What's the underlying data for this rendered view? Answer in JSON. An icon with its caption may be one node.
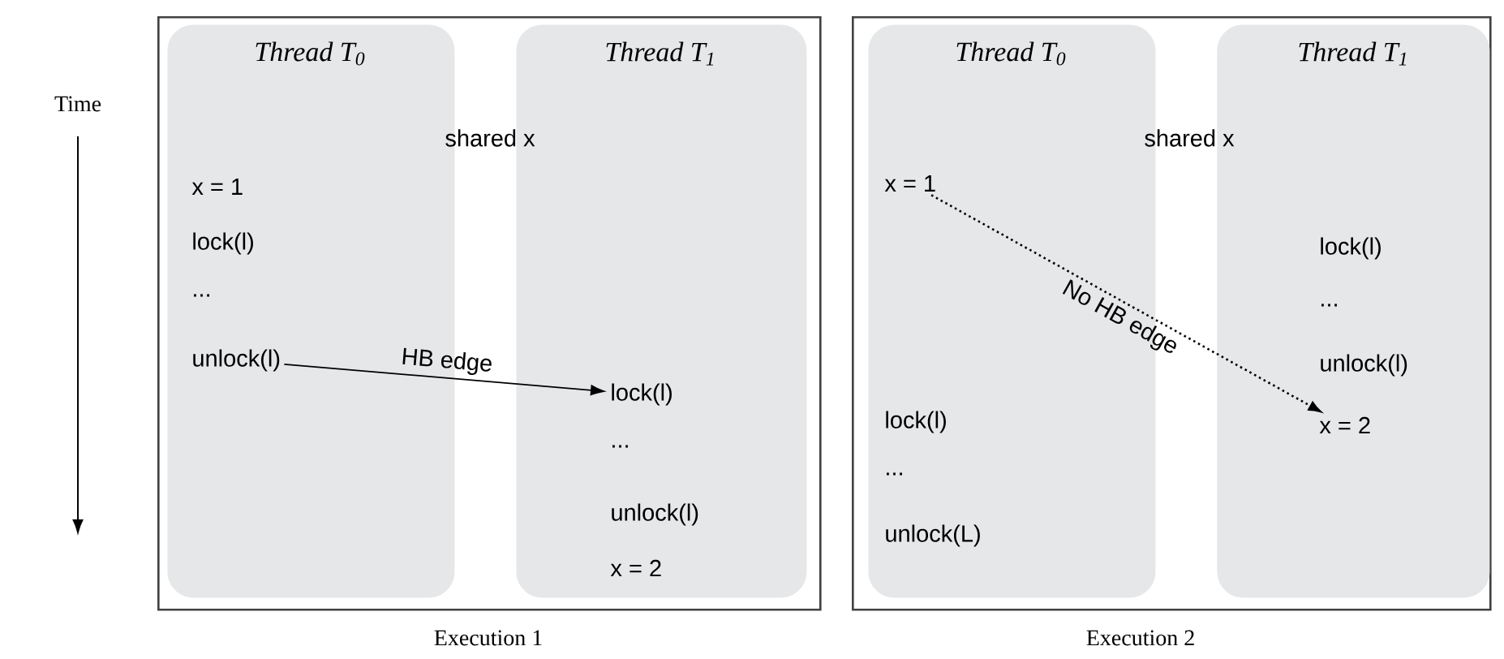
{
  "diagram": {
    "nodes": [
      {
        "text": [],
        "shape": "box",
        "beside": [
          "Execution 1"
        ]
      },
      {
        "text": [
          "Thread T$_{0}$"
        ],
        "in": 0
      },
      {
        "text": [
          "Thread T$_{1}$"
        ],
        "in": 0
      },
      {
        "text": [
          "x = 1"
        ],
        "in": 1
      },
      {
        "text": [
          "lock(l)"
        ],
        "in": 1
      },
      {
        "text": [
          "..."
        ],
        "in": 1
      },
      {
        "text": [
          "unlock(l)"
        ],
        "in": 1
      },
      {
        "text": [
          "lock(l)"
        ],
        "in": 2
      },
      {
        "text": [
          "..."
        ],
        "in": 2
      },
      {
        "text": [
          "unlock(l)"
        ],
        "in": 2
      },
      {
        "text": [
          "x = 2"
        ],
        "in": 2
      },
      {
        "text": [],
        "shape": "box",
        "beside": [
          "Execution 2"
        ]
      },
      {
        "text": [
          "Thread T$_{0}$"
        ],
        "in": 11
      },
      {
        "text": [
          "Thread T$_{1}$"
        ],
        "in": 11
      },
      {
        "text": [
          "x = 1"
        ],
        "in": 12
      },
      {
        "text": [
          "lock(l)"
        ],
        "in": 12
      },
      {
        "text": [
          "..."
        ],
        "in": 12
      },
      {
        "text": [
          "unlock(L)"
        ],
        "in": 12
      },
      {
        "text": [
          "lock(l)"
        ],
        "in": 13
      },
      {
        "text": [
          "..."
        ],
        "in": 13
      },
      {
        "text": [
          "unlock(l)"
        ],
        "in": 13
      },
      {
        "text": [
          "x = 2"
        ],
        "in": 13
      }
    ],
    "edges": [
      {
        "from": 6,
        "to": 7,
        "arrow": "to",
        "label": "HB edge"
      },
      {
        "from": 14,
        "to": 21,
        "arrow": "to",
        "label": "No HB edge",
        "style": "dashed"
      }
    ],
    "labels": [
      "Time",
      "shared x",
      "shared x"
    ]
  }
}
